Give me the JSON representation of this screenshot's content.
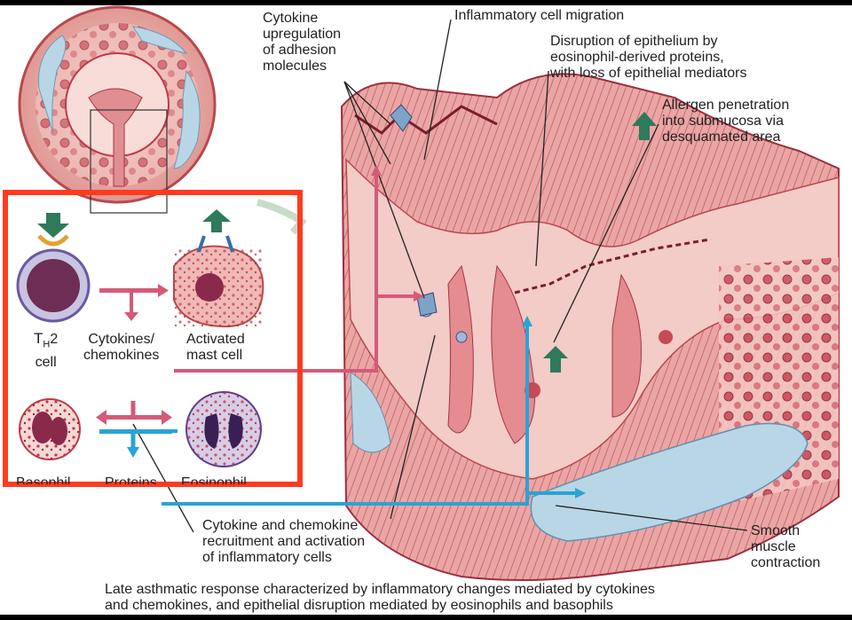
{
  "labels": {
    "cytokine_upregulation": "Cytokine\nupregulation\nof adhesion\nmolecules",
    "inflammatory_migration": "Inflammatory cell migration",
    "disruption": "Disruption of epithelium by\neosinophil-derived proteins,\nwith loss of epithelial mediators",
    "allergen": "Allergen penetration\ninto submucosa via\ndesquamated area",
    "th2_main": "T",
    "th2_sub": "H",
    "th2_rest": "2\ncell",
    "cytokines": "Cytokines/\nchemokines",
    "mast_cell": "Activated\nmast cell",
    "basophil": "Basophil",
    "proteins": "Proteins",
    "eosinophil": "Eosinophil",
    "recruitment": "Cytokine and chemokine\nrecruitment and activation\nof inflammatory cells",
    "smooth_muscle": "Smooth\nmuscle\ncontraction"
  },
  "caption": {
    "line1": "Late asthmatic response characterized by inflammatory changes mediated by cytokines",
    "line2": "and chemokines, and epithelial disruption mediated by eosinophils and basophils"
  },
  "colors": {
    "tissue": "#e9a7a3",
    "tissue_dark": "#b8484f",
    "pink_arrow": "#d45a78",
    "blue_arrow": "#2aa3d4",
    "highlight": "#ff3b1f",
    "allergen": "#2e7a5a"
  }
}
